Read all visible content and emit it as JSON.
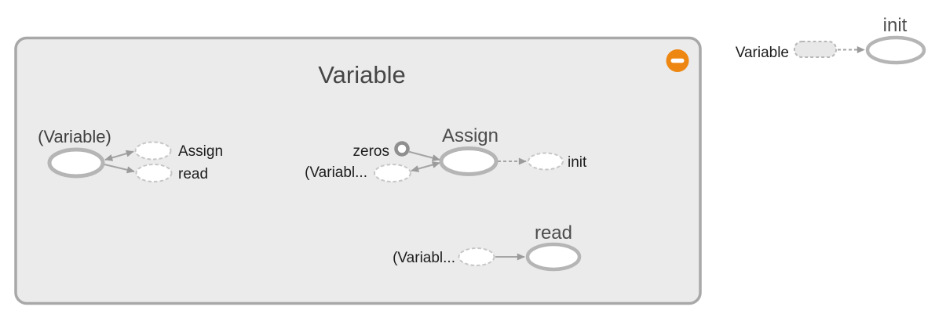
{
  "colors": {
    "background": "#ffffff",
    "metanode_fill": "#ebebeb",
    "metanode_border": "#a8a8a8",
    "op_node_stroke": "#b5b5b5",
    "op_node_fill": "#ffffff",
    "proxy_stroke": "#c6c6c6",
    "proxy_rect_fill": "#e8e8e8",
    "edge": "#a4a4a4",
    "arrowhead": "#9b9b9b",
    "constant_stroke": "#8f8f8f",
    "collapse_button": "#ed8712",
    "title_text": "#464646",
    "cluster_title_text": "#4d4d4d",
    "annotation_text": "#1d1d1d"
  },
  "graph": {
    "metanode": {
      "title": "Variable",
      "collapse_button": {
        "icon": "minus"
      },
      "children": {
        "variable_op": {
          "label": "(Variable)",
          "out_annotations": [
            {
              "label": "Assign",
              "shape": "dashed-ellipse",
              "edge_style": "solid",
              "ref_edge": true
            },
            {
              "label": "read",
              "shape": "dashed-ellipse",
              "edge_style": "solid",
              "ref_edge": false
            }
          ]
        },
        "assign_op": {
          "label": "Assign",
          "in_annotations": [
            {
              "label": "zeros",
              "shape": "constant-circle",
              "edge_style": "solid",
              "ref_edge": false
            },
            {
              "label": "(Variabl...",
              "shape": "dashed-ellipse",
              "edge_style": "solid",
              "ref_edge": true
            }
          ],
          "out_annotations": [
            {
              "label": "init",
              "shape": "dashed-ellipse",
              "edge_style": "dashed",
              "ref_edge": false
            }
          ]
        },
        "read_op": {
          "label": "read",
          "in_annotations": [
            {
              "label": "(Variabl...",
              "shape": "dashed-ellipse",
              "edge_style": "solid",
              "ref_edge": false
            }
          ]
        }
      }
    },
    "external": {
      "init_op": {
        "label": "init",
        "in_annotations": [
          {
            "label": "Variable",
            "shape": "dashed-rect",
            "edge_style": "dashed",
            "ref_edge": false
          }
        ]
      }
    }
  }
}
